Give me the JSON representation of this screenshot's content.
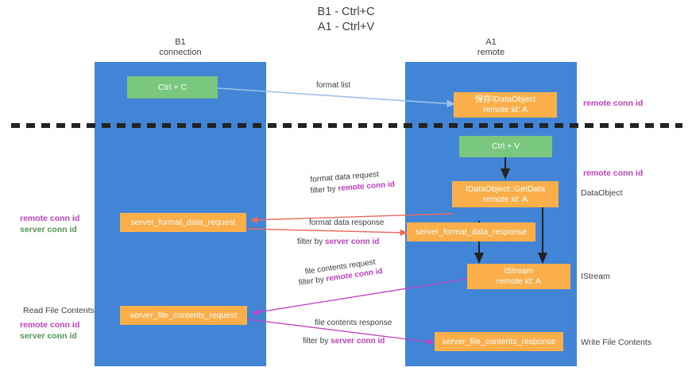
{
  "title": "B1 - Ctrl+C\nA1 - Ctrl+V",
  "columns": [
    {
      "name": "b1",
      "title": "B1\nconnection"
    },
    {
      "name": "a1",
      "title": "A1\nremote"
    }
  ],
  "nodes": [
    {
      "id": "ctrl-c",
      "label": "Ctrl + C",
      "color": "green"
    },
    {
      "id": "save-idataobject",
      "label": "保存IDataObject\nremote id: A",
      "color": "orange"
    },
    {
      "id": "ctrl-v",
      "label": "Ctrl + V",
      "color": "green"
    },
    {
      "id": "idataobject-getdata",
      "label": "IDataObject::GetData\nremote id: A",
      "color": "orange"
    },
    {
      "id": "server-format-data-request",
      "label": "server_format_data_request",
      "color": "orange"
    },
    {
      "id": "server-format-data-response",
      "label": "server_format_data_response",
      "color": "orange"
    },
    {
      "id": "istream",
      "label": "IStream\nremote id: A",
      "color": "orange"
    },
    {
      "id": "server-file-contents-request",
      "label": "server_file_contents_request",
      "color": "orange"
    },
    {
      "id": "server-file-contents-response",
      "label": "server_file_contents_response",
      "color": "orange"
    }
  ],
  "edge_labels": {
    "format_list": "format list",
    "format_data_request": "format data request",
    "format_data_request_filter_prefix": "filter by ",
    "format_data_request_filter_key": "remote conn id",
    "format_data_response": "format data response",
    "format_data_response_filter_prefix": "filter by ",
    "format_data_response_filter_key": "server conn id",
    "file_contents_request": "file contents request",
    "file_contents_request_filter_prefix": "filter by ",
    "file_contents_request_filter_key": "remote conn id",
    "file_contents_response": "file contents response",
    "file_contents_response_filter_prefix": "filter by ",
    "file_contents_response_filter_key": "server conn id"
  },
  "annotations": {
    "right_remote_conn_id_top": "remote conn id",
    "right_remote_conn_id_mid": "remote conn id",
    "right_dataobject": "DataObject",
    "right_istream": "IStream",
    "right_write_file_contents": "Write File Contents",
    "left_remote_conn_id_mid": "remote conn id",
    "left_server_conn_id_mid": "server conn id",
    "left_read_file_contents": "Read File Contents",
    "left_remote_conn_id_low": "remote conn id",
    "left_server_conn_id_low": "server conn id"
  },
  "colors": {
    "band": "#4285d6",
    "green_node": "#7ac77f",
    "orange_node": "#fbaf4b",
    "magenta": "#c23fc2",
    "green_text": "#4f9a52",
    "red_arrow": "#ea6a5e",
    "blue_arrow": "#9cc3ea",
    "black_arrow": "#222222",
    "magenta_arrow": "#c341c3"
  }
}
